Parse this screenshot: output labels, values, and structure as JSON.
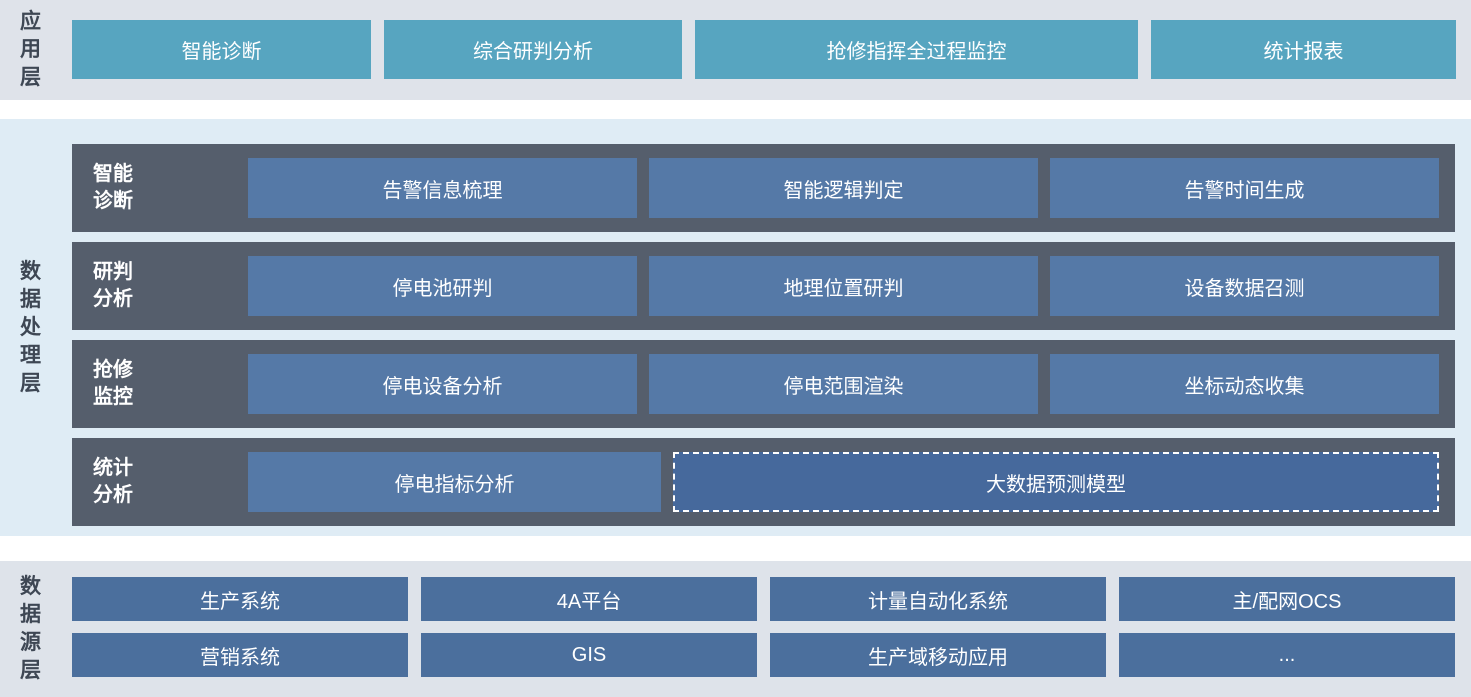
{
  "layers": {
    "app": {
      "label": "应用层",
      "buttons": [
        "智能诊断",
        "综合研判分析",
        "抢修指挥全过程监控",
        "统计报表"
      ]
    },
    "process": {
      "label": "数据处理层",
      "rows": [
        {
          "label": "智能诊断",
          "buttons": [
            "告警信息梳理",
            "智能逻辑判定",
            "告警时间生成"
          ]
        },
        {
          "label": "研判分析",
          "buttons": [
            "停电池研判",
            "地理位置研判",
            "设备数据召测"
          ]
        },
        {
          "label": "抢修监控",
          "buttons": [
            "停电设备分析",
            "停电范围渲染",
            "坐标动态收集"
          ]
        },
        {
          "label": "统计分析",
          "buttons": [
            "停电指标分析"
          ],
          "dashed_button": "大数据预测模型"
        }
      ]
    },
    "source": {
      "label": "数据源层",
      "buttons": [
        "生产系统",
        "4A平台",
        "计量自动化系统",
        "主/配网OCS",
        "营销系统",
        "GIS",
        "生产域移动应用",
        "..."
      ]
    }
  },
  "colors": {
    "app_layer_bg": "#dfe3ea",
    "process_layer_bg": "#dfecf5",
    "source_layer_bg": "#dee3ea",
    "app_button": "#57a5c0",
    "process_row_bg": "#555e6c",
    "process_button": "#5579a7",
    "dashed_button_bg": "#46699c",
    "source_button": "#4b6f9d",
    "layer_label_text": "#3e4754",
    "button_text": "#ffffff"
  }
}
